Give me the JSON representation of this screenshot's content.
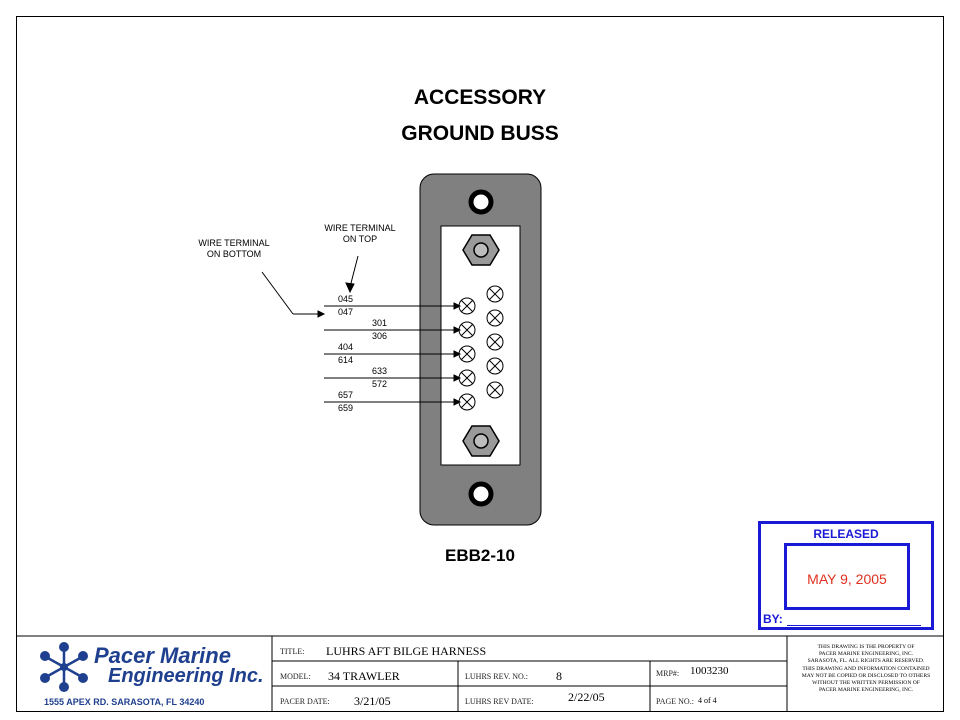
{
  "drawing": {
    "title_line1": "ACCESSORY",
    "title_line2": "GROUND BUSS",
    "part_number": "EBB2-10",
    "label_bottom_line1": "WIRE TERMINAL",
    "label_bottom_line2": "ON BOTTOM",
    "label_top_line1": "WIRE TERMINAL",
    "label_top_line2": "ON TOP",
    "wires_left": [
      "045",
      "047",
      "404",
      "614",
      "657",
      "659"
    ],
    "wires_right": [
      "301",
      "306",
      "633",
      "572"
    ]
  },
  "released_stamp": {
    "label": "RELEASED",
    "date": "MAY 9, 2005",
    "by_label": "BY:",
    "border_color": "#1a1ad6",
    "date_color": "#e0301e"
  },
  "title_block": {
    "company_line1": "Pacer Marine",
    "company_line2": "Engineering Inc.",
    "address": "1555 APEX RD.  SARASOTA, FL  34240",
    "title_label": "TITLE:",
    "title_value": "LUHRS AFT BILGE HARNESS",
    "model_label": "MODEL:",
    "model_value": "34 TRAWLER",
    "rev_no_label": "LUHRS REV. NO.:",
    "rev_no_value": "8",
    "mrp_label": "MRP#:",
    "mrp_value": "1003230",
    "pacer_date_label": "PACER DATE:",
    "pacer_date_value": "3/21/05",
    "rev_date_label": "LUHRS REV DATE:",
    "rev_date_value": "2/22/05",
    "page_label": "PAGE NO.:",
    "page_value": "4 of 4",
    "notice_lines": [
      "THIS DRAWING IS THE PROPERTY OF",
      "PACER MARINE ENGINEERING, INC.",
      "SARASOTA, FL.   ALL RIGHTS ARE RESERVED.",
      "THIS DRAWING AND INFORMATION CONTAINED",
      "MAY NOT BE COPIED OR DISCLOSED TO OTHERS",
      "WITHOUT THE WRITTEN PERMISSION OF",
      "PACER MARINE ENGINEERING, INC."
    ],
    "brand_color": "#1f3f8f"
  }
}
